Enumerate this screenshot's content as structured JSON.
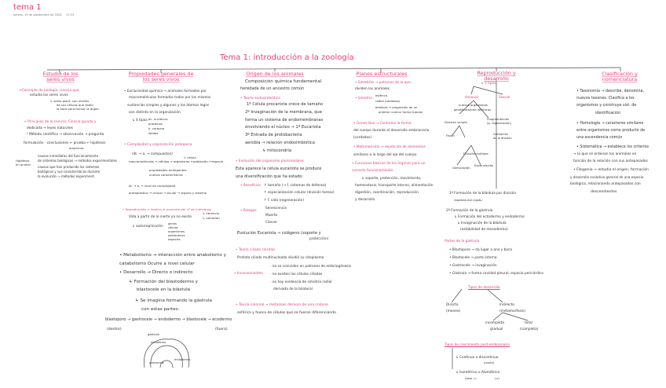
{
  "header": {
    "title": "tema 1",
    "date": "jueves, 19 de septiembre de 2024",
    "time": "17:15"
  },
  "main_title": "Tema 1: introducción a la zoología",
  "colors": {
    "accent": "#e0427a",
    "text": "#2a2a2a",
    "line": "#444444"
  },
  "col1": {
    "heading": "Estudio de los seres vivos",
    "l1": "→Concepto de biología: ciencia que",
    "l2": "estudia los seres vivos",
    "l3": "↳ seres plant. con niveles",
    "l4": "de sus células que están",
    "l5": "la hora para formar la órgan.",
    "l6": "→ Principios de la ciencia: Ciencia guiada y",
    "l7": "dedicada → leyes naturales",
    "l8": "! Método científico → observación → pregunta",
    "l9": "formulación · conclusiones ← prueba ← hipótesis",
    "l10": "empíricas",
    "l11": "Hipótesis",
    "l12": "en animal",
    "l13": "causas inmediatas del funcionamiento",
    "l14": "de sistemas biológicos → métodos experimentales",
    "l15": "causas que han producido los sistemas",
    "l16": "biológicos y sus características durante",
    "l17": "la evolución → métodos experiment."
  },
  "col2": {
    "heading": "Propiedades generales de los seres vivos",
    "s1": "• Exclusividad química → animales formados por",
    "s1b": "macromoléculas formados todos por los mismos",
    "s1c": "sustancias simples y algunos y los átomos legos",
    "s1d": "son distinto en la organización",
    "s1e": "↳ 4 tipos:",
    "s1f": [
      "ác. nucleicos",
      "proteínas",
      "h. carbono",
      "lípidos"
    ],
    "s2": "• Complejidad y organización jerárquica",
    "s2a": "(át. → a. → compuestos)",
    "s2b": "↳ célula",
    "s2c": "macromoléculas → células → organismo ←población ←especie",
    "s2d": "propiedades emergentes",
    "s2e": "nuevas características",
    "s2f": "át. → a. → nivel de complejidad",
    "s2g": "protoplástico → celular → tisular → órgano y sistema",
    "s3": "• Reproducción → implica el aumento del nº de individuos",
    "s3a": "Vida a partir de lo inerte ya no existe",
    "s3b": "↳ herencia",
    "s3c": "↳ variación",
    "s3d": "↳ autorreplicación",
    "s3e": [
      "genes",
      "células",
      "organismos",
      "poblaciones",
      "especies"
    ],
    "s4": "• Metabolismo → interacción entre anabolismo y",
    "s4b": "catabolismo Ocurre a nivel celular",
    "s5": "• Desarrollo → Directo o indirecto",
    "s5a": "↳ Formación del blastodermo y",
    "s5b": "blastocele en la blástula",
    "s5c": "↳ Se imagina formando la gástrula",
    "s5d": "con estas partes:",
    "s5e": "blastoporo → gastrocele → endodermo → blastocele → ecodermo",
    "s5f": "(dentro)",
    "s5g": "(fuera)",
    "fig": [
      "gástrula",
      "ectodermo",
      "endodermo",
      "gastrocele"
    ]
  },
  "col3": {
    "heading": "Origen de los animales",
    "a1": "Composición química fundamental",
    "a2": "heredada de un ancestro común",
    "a3": "• Teoría endosimbiótica",
    "a4": "1º Célula procariota crece de tamaño",
    "a5": "2º Invaginación de la membrana, que",
    "a6": "forma un sistema de endomembranas",
    "a7": "envolviendo el núcleo → 1ª Eucariota",
    "a8": "3º Entrada de protobacteria",
    "a9": "aerobia → relación endosimbiótica",
    "a10": "↳ mitocondria",
    "b1": "• Evolución del organismo pluricelulares",
    "b2": "Esta aparece la célula eucariota se produce",
    "b3": "una diversificación que ha estado:",
    "b4": "• Beneficios",
    "b5": "↑ tamaño (→ f. sistemas de defensa)",
    "b6": "↑ especialización celular (división tareas)",
    "b7": "↑ f. vida (regeneración)",
    "b8": "• Riesgos",
    "b9": "Senescencia",
    "b10": "Muerte",
    "b11": "Cáncer",
    "b12": "Evolución Eucariota → colágeno (soporte y",
    "b13": "protección)",
    "c1": "• Teoría ciliado sincitial",
    "c2": "Protista ciliado multinucleado dividió su citoplasma",
    "c3": "• Inconvenientes",
    "c4": "· no se coinciden en patrones de embriogénesis",
    "c5": "· no existen las células ciliadas",
    "c6": "· no hay evidencia de simetría radial",
    "c7": "derivada de la bilateral",
    "d1": "• Teoría colonial → metazoos derivan de una colonia",
    "d2": "esférica y hueca de células que se fueron diferenciando"
  },
  "col4": {
    "heading": "Planes estructurales",
    "a1": "• Simetrías → patrones de la que",
    "a2": "dividen los animales",
    "a3": "• Simetría",
    "a4": [
      "esférica",
      "radial (radiados)",
      "bilateral → progresión de un",
      "anterior común forma tubular"
    ],
    "b1": "• Genes Hox → Controlan la forma",
    "b2": "del cuerpo durante el desarrollo embrionario",
    "b3": "(cordados)",
    "c1": "• Metamerismo → repetición de elementos",
    "c2": "similares a lo largo del eje del cuerpo",
    "d1": "• Funciones básicas de los órganos para un",
    "d2": "correcto funcionamiento",
    "d3": "↳ soporte, protección, movimiento,",
    "d4": "homeostasis, transporte interno, alimentación",
    "d5": "digestión, coordinación, reproducción",
    "d6": "y desarrollo"
  },
  "col5": {
    "heading": "Reproducción y desarrollo",
    "a1": "↳ 2 tipos",
    "a2": "Asexual",
    "a3": "Sexual",
    "a4": "nuevos organismos",
    "a5": "genéticamente idénticos",
    "a6": "División simple",
    "a7": "Fragmentación",
    "a8": "(g. regeneración)",
    "a9": "Fisión",
    "a10": "Gemación",
    "a11": "de la división",
    "a12": "División múltiple",
    "a13": "Esporulación",
    "a14": "Gemulación",
    "b1": "1º Formación de la blástula por división",
    "b2": "repetida del cigoto",
    "b3": "2º Formación de la gástrula",
    "b4": "↳ Formación del ectodermo y endodermo",
    "b5": "↳ Invaginación de la blástula",
    "b6": "(estabilidad de mesodermo)",
    "c1": "Partes de la gástrula",
    "c2": [
      "• Blastoporo → da lugar a ano y boca",
      "• Blastocele → parte interna",
      "• Gastrocele → invaginación",
      "• Gástrula → forma cavidad pleural, espacio pericárdico"
    ],
    "d1": "Tipos de desarrollo",
    "d2": "Directo",
    "d3": "(maneo)",
    "d4": "Indirecto",
    "d5": "(metamorfosis)",
    "d6": "incompleta",
    "d7": "total",
    "d8": "gradual",
    "d9": "(completa)",
    "e1": "Tipos de crecimiento post-embrionario",
    "e2": "↳ Continuo o discontinuo",
    "e3": "(muda)",
    "e4": "↳ Isométrico o Alométrico",
    "e5": "(tasa =)",
    "e6": "(≠)"
  },
  "col6": {
    "heading": "Clasificación y nomenclatura",
    "a1": "• Taxonomía → describe, denomina,",
    "a2": "nuevos taxones. Clasifica a los",
    "a3": "organismos y construye sist. de",
    "a4": "identificación",
    "b1": "• Homología → caracteres similares",
    "b2": "entre organismos como producto de",
    "b3": "una ascendencia común",
    "c1": "• Sistemática → establece los criterios",
    "c2": "→ la que se ordenan los animales en",
    "c3": "función de la relación con sus antepasados",
    "d1": "• Filogenia → estudia el origen, formación",
    "d2": "y desarrollo evolutivo general de una especie",
    "d3": "biológica, relacionando antepasados con",
    "d4": "descendientes"
  }
}
